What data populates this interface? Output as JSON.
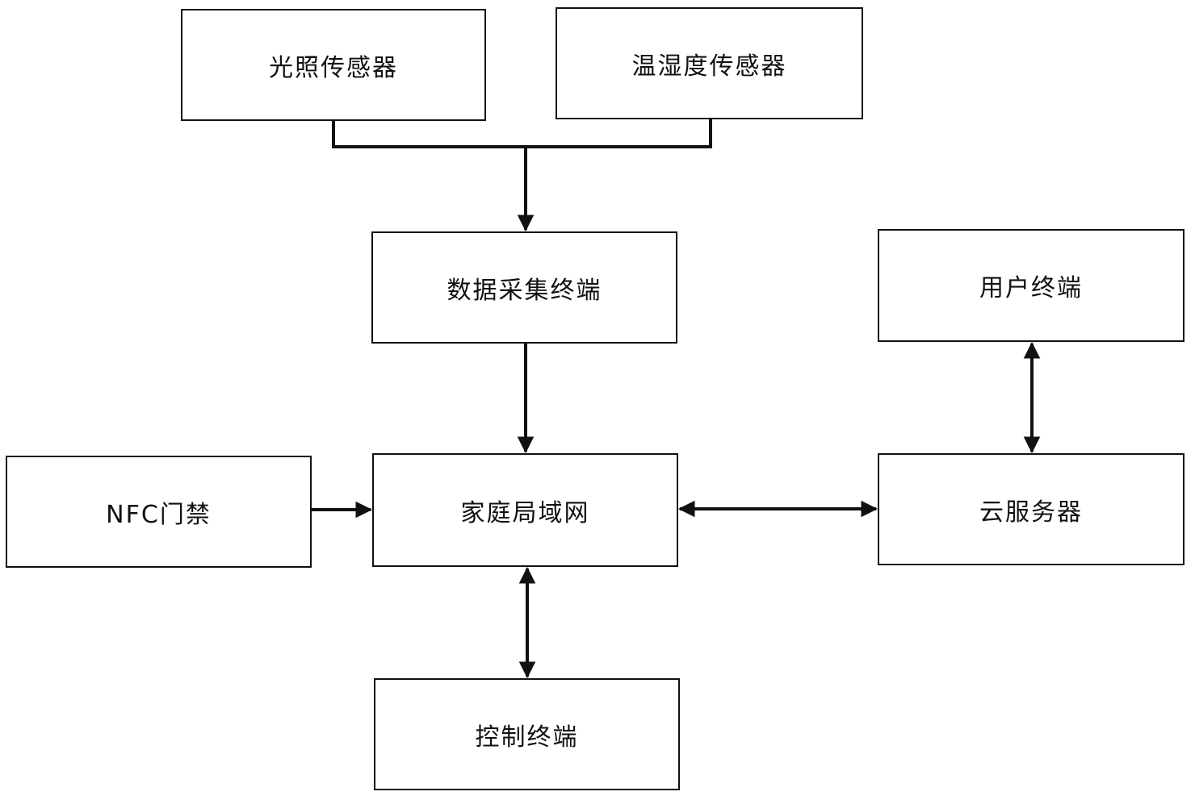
{
  "nodes": {
    "light_sensor": "光照传感器",
    "temp_humidity_sensor": "温湿度传感器",
    "data_collection_terminal": "数据采集终端",
    "user_terminal": "用户终端",
    "home_lan": "家庭局域网",
    "nfc_access": "NFC门禁",
    "cloud_server": "云服务器",
    "control_terminal": "控制终端"
  },
  "colors": {
    "line": "#111111",
    "box_border": "#111111",
    "background": "#ffffff"
  }
}
